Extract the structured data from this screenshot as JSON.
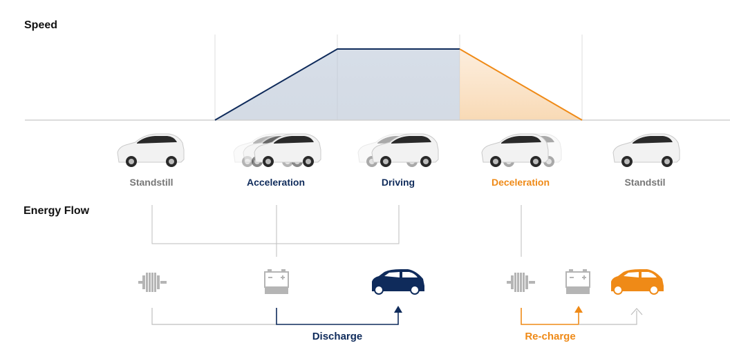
{
  "titles": {
    "speed": "Speed",
    "energy_flow": "Energy Flow"
  },
  "phases": [
    {
      "label": "Standstill",
      "color": "#777777"
    },
    {
      "label": "Acceleration",
      "color": "#0f2b5b"
    },
    {
      "label": "Driving",
      "color": "#0f2b5b"
    },
    {
      "label": "Deceleration",
      "color": "#ef8a17"
    },
    {
      "label": "Standstil",
      "color": "#777777"
    }
  ],
  "flows": {
    "discharge": {
      "label": "Discharge",
      "color": "#0f2b5b"
    },
    "recharge": {
      "label": "Re-charge",
      "color": "#ef8a17"
    }
  },
  "icons": [
    "motor-icon",
    "battery-icon",
    "car-icon"
  ],
  "colors": {
    "navy": "#0f2b5b",
    "orange": "#ef8a17",
    "gray": "#b5b5b5",
    "line": "#cfcfcf"
  }
}
